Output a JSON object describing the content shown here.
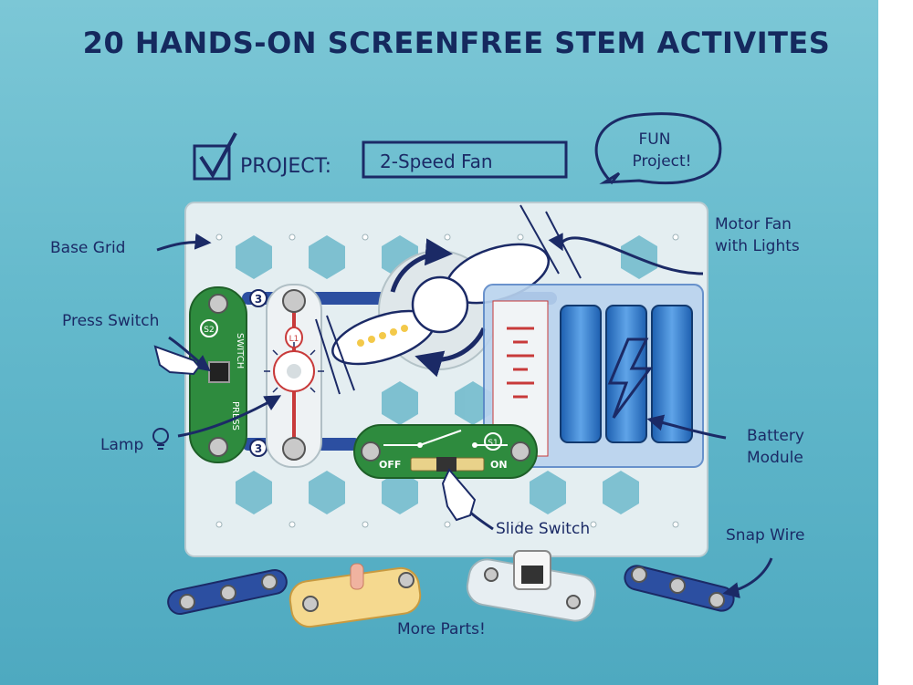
{
  "headline": "20 HANDS-ON SCREENFREE STEM ACTIVITES",
  "project": {
    "label": "PROJECT:",
    "name": "2-Speed Fan",
    "checked": true
  },
  "speech_bubble": {
    "line1": "FUN",
    "line2": "Project!"
  },
  "callouts": {
    "base_grid": "Base Grid",
    "press_switch": "Press Switch",
    "lamp": "Lamp",
    "motor_fan_line1": "Motor Fan",
    "motor_fan_line2": "with Lights",
    "battery_line1": "Battery",
    "battery_line2": "Module",
    "slide_switch": "Slide Switch",
    "snap_wire": "Snap Wire",
    "more_parts": "More Parts!"
  },
  "parts": {
    "press_switch_id": "S2",
    "press_switch_text_top": "SWITCH",
    "press_switch_text_bottom": "PRESS",
    "lamp_id": "L1",
    "snap_number": "3",
    "slide_switch_id": "S1",
    "slide_off": "OFF",
    "slide_on": "ON"
  },
  "colors": {
    "navy": "#1b2a66",
    "headline": "#15295e",
    "background": "#64b9cc",
    "green_board": "#2e8b3e",
    "battery_blue": "#3b74c8"
  }
}
